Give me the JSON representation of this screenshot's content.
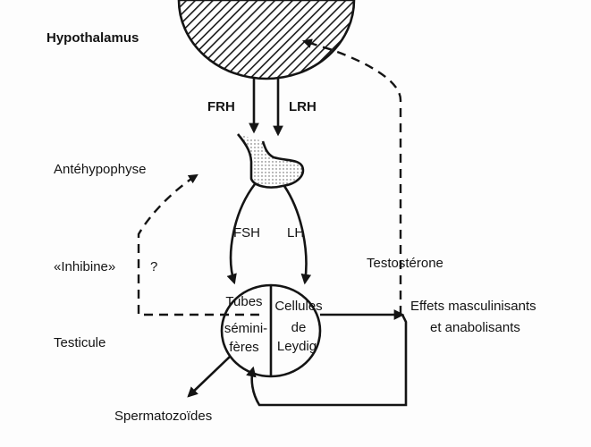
{
  "labels": {
    "hypothalamus": "Hypothalamus",
    "frh": "FRH",
    "lrh": "LRH",
    "antehypophyse": "Antéhypophyse",
    "fsh": "FSH",
    "lh": "LH",
    "inhibine": "«Inhibine»",
    "inhibine_q": "?",
    "testosterone": "Testostérone",
    "testicule": "Testicule",
    "tubes_1": "Tubes",
    "tubes_2": "sémini-",
    "tubes_3": "fères",
    "cellules_1": "Cellules",
    "cellules_2": "de",
    "cellules_3": "Leydig",
    "effets_1": "Effets masculinisants",
    "effets_2": "et anabolisants",
    "spermatozoides": "Spermatozoïdes"
  }
}
